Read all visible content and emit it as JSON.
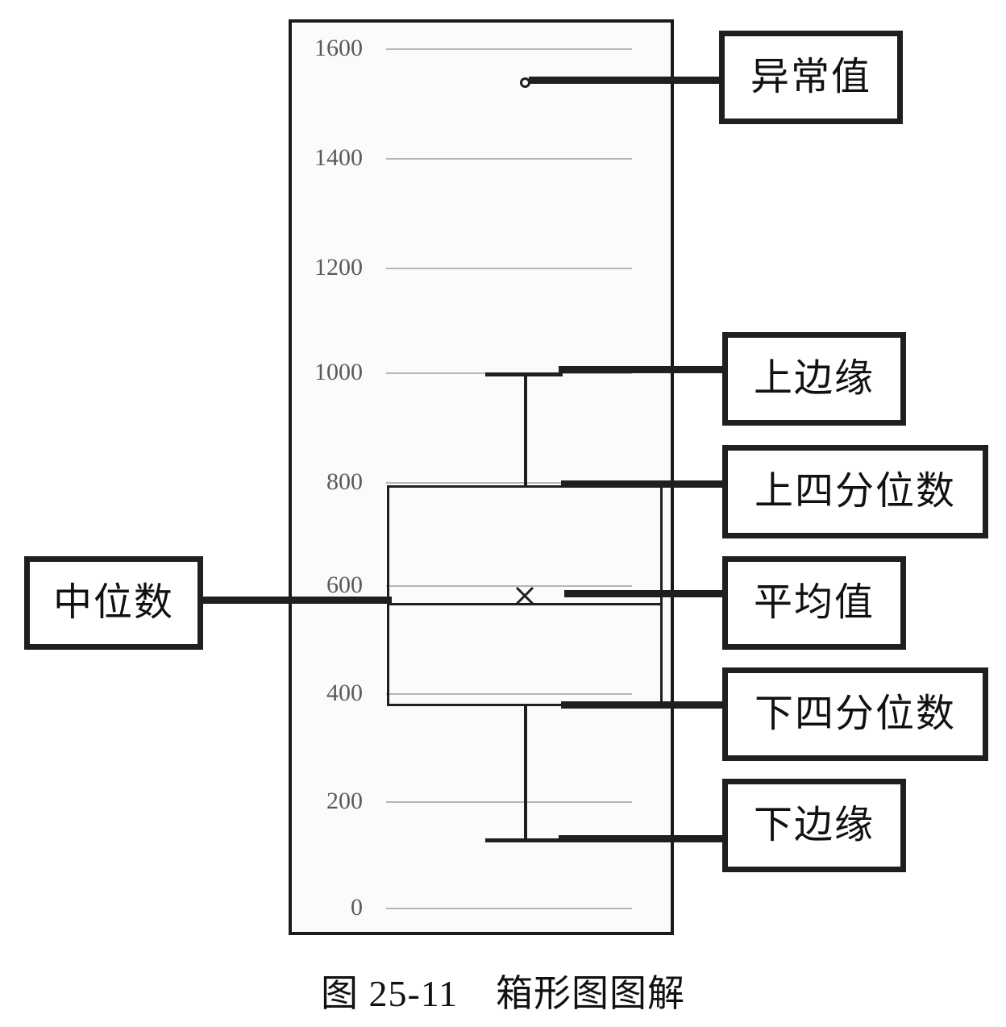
{
  "caption": "图 25-11　箱形图图解",
  "chart_data": {
    "type": "box",
    "title": "箱形图图解",
    "xlabel": "",
    "ylabel": "",
    "ylim": [
      0,
      1700
    ],
    "grid": true,
    "legend": "none",
    "yticks": [
      1600,
      1400,
      1200,
      1000,
      800,
      600,
      400,
      200,
      0
    ],
    "ytick_labels": [
      "1600",
      "1400",
      "1200",
      "1000",
      "800",
      "600",
      "400",
      "200",
      "0"
    ],
    "series": [
      {
        "name": "箱形图",
        "upper_whisker": 1000,
        "upper_quartile": 785,
        "median": 570,
        "mean": 585,
        "lower_quartile": 385,
        "lower_whisker": 135,
        "outliers": [
          1530
        ]
      }
    ]
  },
  "annotations": {
    "outlier": {
      "label": "异常值",
      "value": 1530,
      "icon": "open-circle-marker"
    },
    "upper_edge": {
      "label": "上边缘",
      "value": 1000
    },
    "upper_quartile": {
      "label": "上四分位数",
      "value": 785
    },
    "mean": {
      "label": "平均值",
      "value": 585,
      "icon": "x-marker"
    },
    "lower_quartile": {
      "label": "下四分位数",
      "value": 385
    },
    "lower_edge": {
      "label": "下边缘",
      "value": 135
    },
    "median": {
      "label": "中位数",
      "value": 570
    }
  },
  "colors": {
    "ink": "#1f1f1f",
    "grid": "#b6b6ba",
    "tick_text": "#59595e",
    "plot_background": "#fbfbfc",
    "page_background": "#ffffff"
  }
}
